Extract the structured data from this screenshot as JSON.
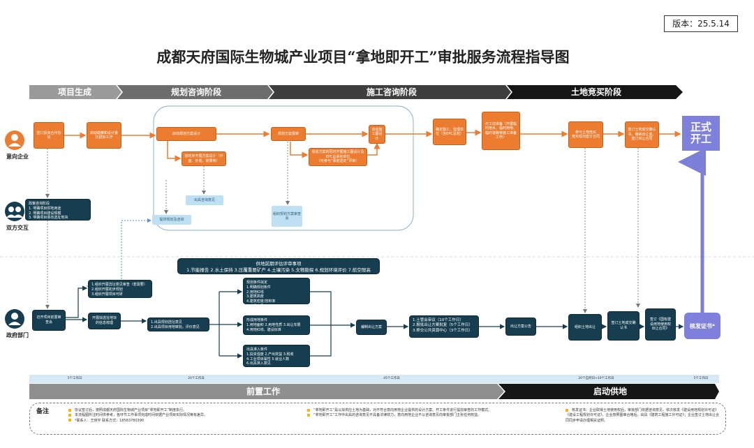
{
  "version": "版本：25.5.14",
  "title": "成都天府国际生物城产业项目“拿地即开工”审批服务流程指导图",
  "phases_top": [
    "项目生成",
    "规划咨询阶段",
    "施工咨询阶段",
    "土地竞买阶段"
  ],
  "phases_bottom": [
    "前置工作",
    "启动供地"
  ],
  "timeline": [
    "5个工作日",
    "20个工作日",
    "45个工作日",
    "20个自然日+10个工作日",
    "5个工作日"
  ],
  "roles": {
    "enterprise": "意向企业",
    "both": "双方交互",
    "gov": "政府部门"
  },
  "ent": {
    "b1": "签订投资合作协议",
    "b2": "启动勘察和设计委托招标工作",
    "b3": "启动规划方案设计",
    "b3a": "按时序开展方案设计（平面、外观、效果等）",
    "b4": "规划方案报审",
    "b4a": "规划方案的同时开展施工图设计及\nEPC总承包单位\n（可参与“事前选定”评审）",
    "b5": "启动施工图设计",
    "b6": "确定施工、监理单位（含EPC总包）",
    "b7": "开工前准备（开展临时用水、临时用电、临时道路等施工准备工作）",
    "b8": "参与土地竞买\n竞买成功签订合同",
    "b9": "签订土地成交确认书，缴纳出让金，签订出让合同",
    "start": "正式\n开工"
  },
  "both": {
    "consult": "政策咨询阶段\n1. 明确项目供地用途\n2. 明确项目建设规模\n3. 明确项目意向选址地块",
    "submit_plan": "提供规划及咨询",
    "plan_opinion": "出具咨询意见",
    "plan_approval": "组织规划方案审查会",
    "assess_title": "供地前期评估评审事项",
    "assess_items": "1.节能报告 2.水土保持 3.压覆重要矿产 4.土壤污染 5.文物勘探 6.规划环境评价 7.航空限高"
  },
  "gov": {
    "g1": "召开项目前置审查会",
    "g2a": "1.组织开展选址意见审查（若需要）\n2.组织开展初步规划\n3.组织开展项目可研",
    "g2b": "开展拟选址地块的信息梳理",
    "g3": "1.出具规划选址意见\n2.出具项目用地审批，评价意见",
    "g4a": "规划条件拟定\n1.明确规划条件\n2.用地红线\n3.建筑高度\n4.建筑密度/容积率\n5.出具意见",
    "g4b": "形成用地条件\n1.用地面积 2.用地性质 3.出让年限\n4.用地红线、建设标准",
    "g4c": "出具准入条件\n1.投资强度 2.产出效益 3.税收\n4.工业项目属性 5.就业人数\n6.出具准入意见",
    "g5": "编制出让方案",
    "g6": "1.土管会审议（10个工作日）\n2.报批出让方案批复（5个工作日）\n3.移交公共资源中心（3个工作日）",
    "g7": "出让方案公告",
    "g8": "组织土地出让",
    "g9": "签订土地成交确认书",
    "g10": "签订《国有建设用地使用权出让合同》",
    "g11": "核发证书*"
  },
  "notes": {
    "label": "备注",
    "col1": [
      "协议签订后，按照成都天府国际生物城产业项目“拿地即开工”制度执行。",
      "本流程图所注时间供参考，各环节工作事项完成时间依据产业项目实际情况等有差异。",
      "*联系人：王晓宇    联系方式：18583780390"
    ],
    "col2": [
      "“拿地即开工”是以拟供应土地为基础，对不符合意向用地企业提供的设计方案、开工条件进行提前审查的工作模式。",
      "“拿地即开工”工作中出具的咨询意见不具备法律效力，意向用地企业不以咨询意见向审批部门主张任何权益。"
    ],
    "col3": [
      "核发证书：企业取得土地使用权后，审批部门依据咨询意见，依次核发《建设用地规划许可证》《建设工程规划许可证》，企业按照图审合格后，出具《建筑工程施工许可证》；企业签订土地出让合同同步申请办理相关证照。"
    ]
  },
  "colors": {
    "orange": "#ec7c30",
    "navy": "#163e50",
    "light_blue": "#bfe0f2",
    "purple": "#7f7fdc",
    "arrow_blue": "#7b7fd8"
  }
}
